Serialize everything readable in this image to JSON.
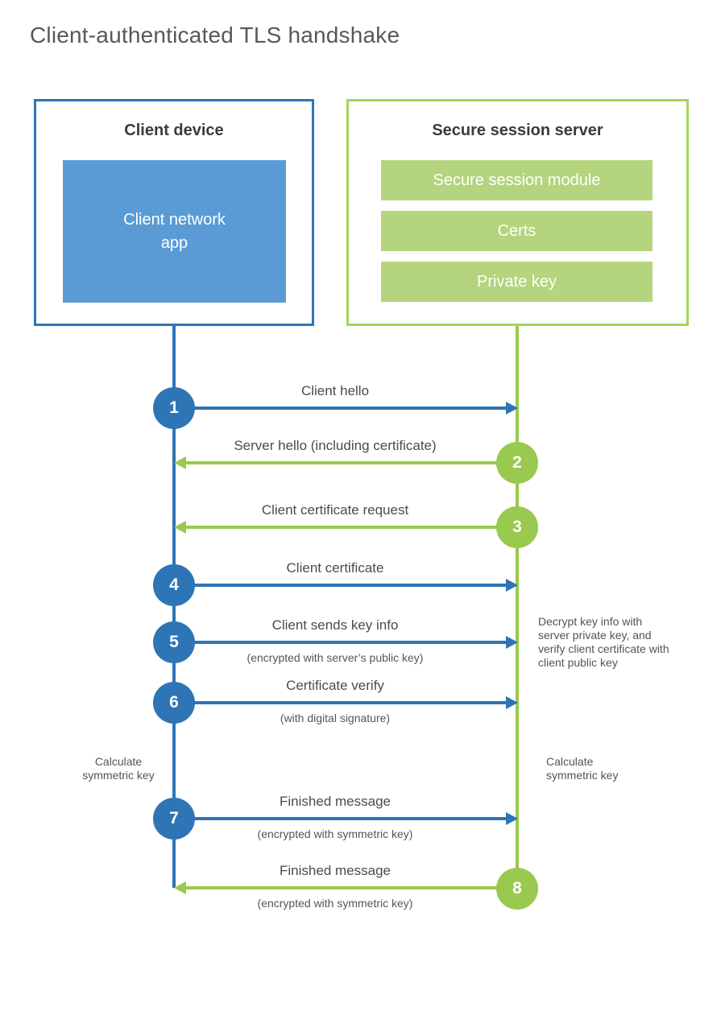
{
  "title": "Client-authenticated TLS handshake",
  "client": {
    "title": "Client device",
    "app_lines": [
      "Client network",
      "app"
    ]
  },
  "server": {
    "title": "Secure session server",
    "modules": [
      "Secure session module",
      "Certs",
      "Private key"
    ]
  },
  "steps": [
    {
      "num": "1",
      "label": "Client hello",
      "sub": "",
      "direction": "client-to-server"
    },
    {
      "num": "2",
      "label": "Server hello (including certificate)",
      "sub": "",
      "direction": "server-to-client"
    },
    {
      "num": "3",
      "label": "Client certificate request",
      "sub": "",
      "direction": "server-to-client"
    },
    {
      "num": "4",
      "label": "Client certificate",
      "sub": "",
      "direction": "client-to-server"
    },
    {
      "num": "5",
      "label": "Client sends key info",
      "sub": "(encrypted with server’s public key)",
      "direction": "client-to-server"
    },
    {
      "num": "6",
      "label": "Certificate verify",
      "sub": "(with digital signature)",
      "direction": "client-to-server"
    },
    {
      "num": "7",
      "label": "Finished message",
      "sub": "(encrypted with symmetric key)",
      "direction": "client-to-server"
    },
    {
      "num": "8",
      "label": "Finished message",
      "sub": "(encrypted with symmetric key)",
      "direction": "server-to-client"
    }
  ],
  "notes": {
    "decrypt": "Decrypt key info with server private key, and verify client certificate with client public key",
    "calc_left": [
      "Calculate",
      "symmetric key"
    ],
    "calc_right": [
      "Calculate",
      "symmetric key"
    ]
  },
  "colors": {
    "blue_line": "#2e75b6",
    "blue_fill": "#5b9bd5",
    "green_line": "#99c94e",
    "green_border": "#a3d45f",
    "green_fill": "#b4d47d",
    "text_dark": "#3b3b3b",
    "text_gray": "#555557"
  }
}
